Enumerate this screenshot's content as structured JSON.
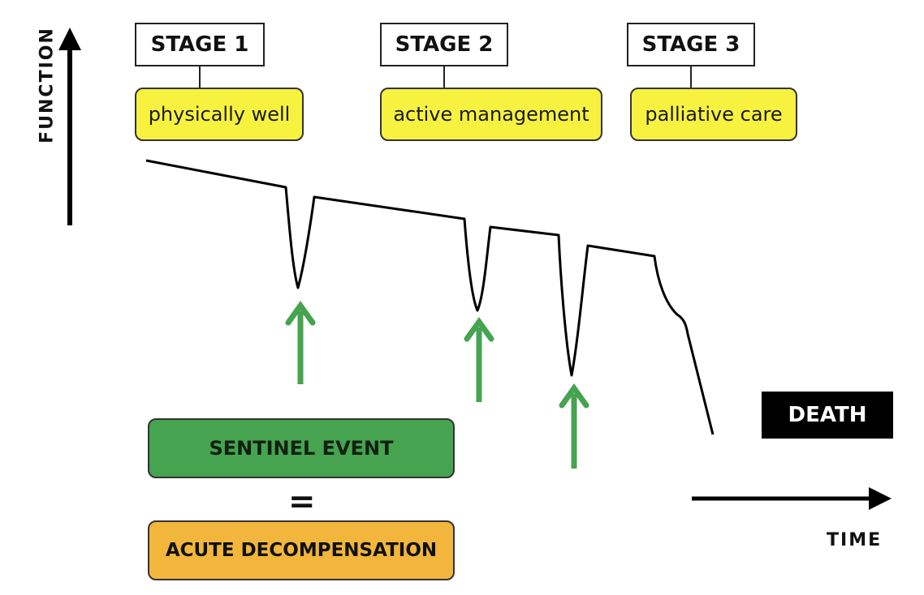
{
  "axes": {
    "y_label": "FUNCTION",
    "x_label": "TIME"
  },
  "stages": [
    {
      "label": "STAGE 1",
      "phase": "physically well"
    },
    {
      "label": "STAGE 2",
      "phase": "active management"
    },
    {
      "label": "STAGE 3",
      "phase": "palliative care"
    }
  ],
  "endpoint": {
    "label": "DEATH"
  },
  "legend": {
    "event_label": "SENTINEL EVENT",
    "equals": "=",
    "meaning_label": "ACUTE DECOMPENSATION"
  },
  "colors": {
    "phase_box": "#f7f240",
    "event_arrow": "#46a350",
    "sentinel_box": "#46a350",
    "acute_box": "#f2b63c",
    "death_box": "#000000",
    "curve": "#000000"
  },
  "sentinel_event_count": 3
}
